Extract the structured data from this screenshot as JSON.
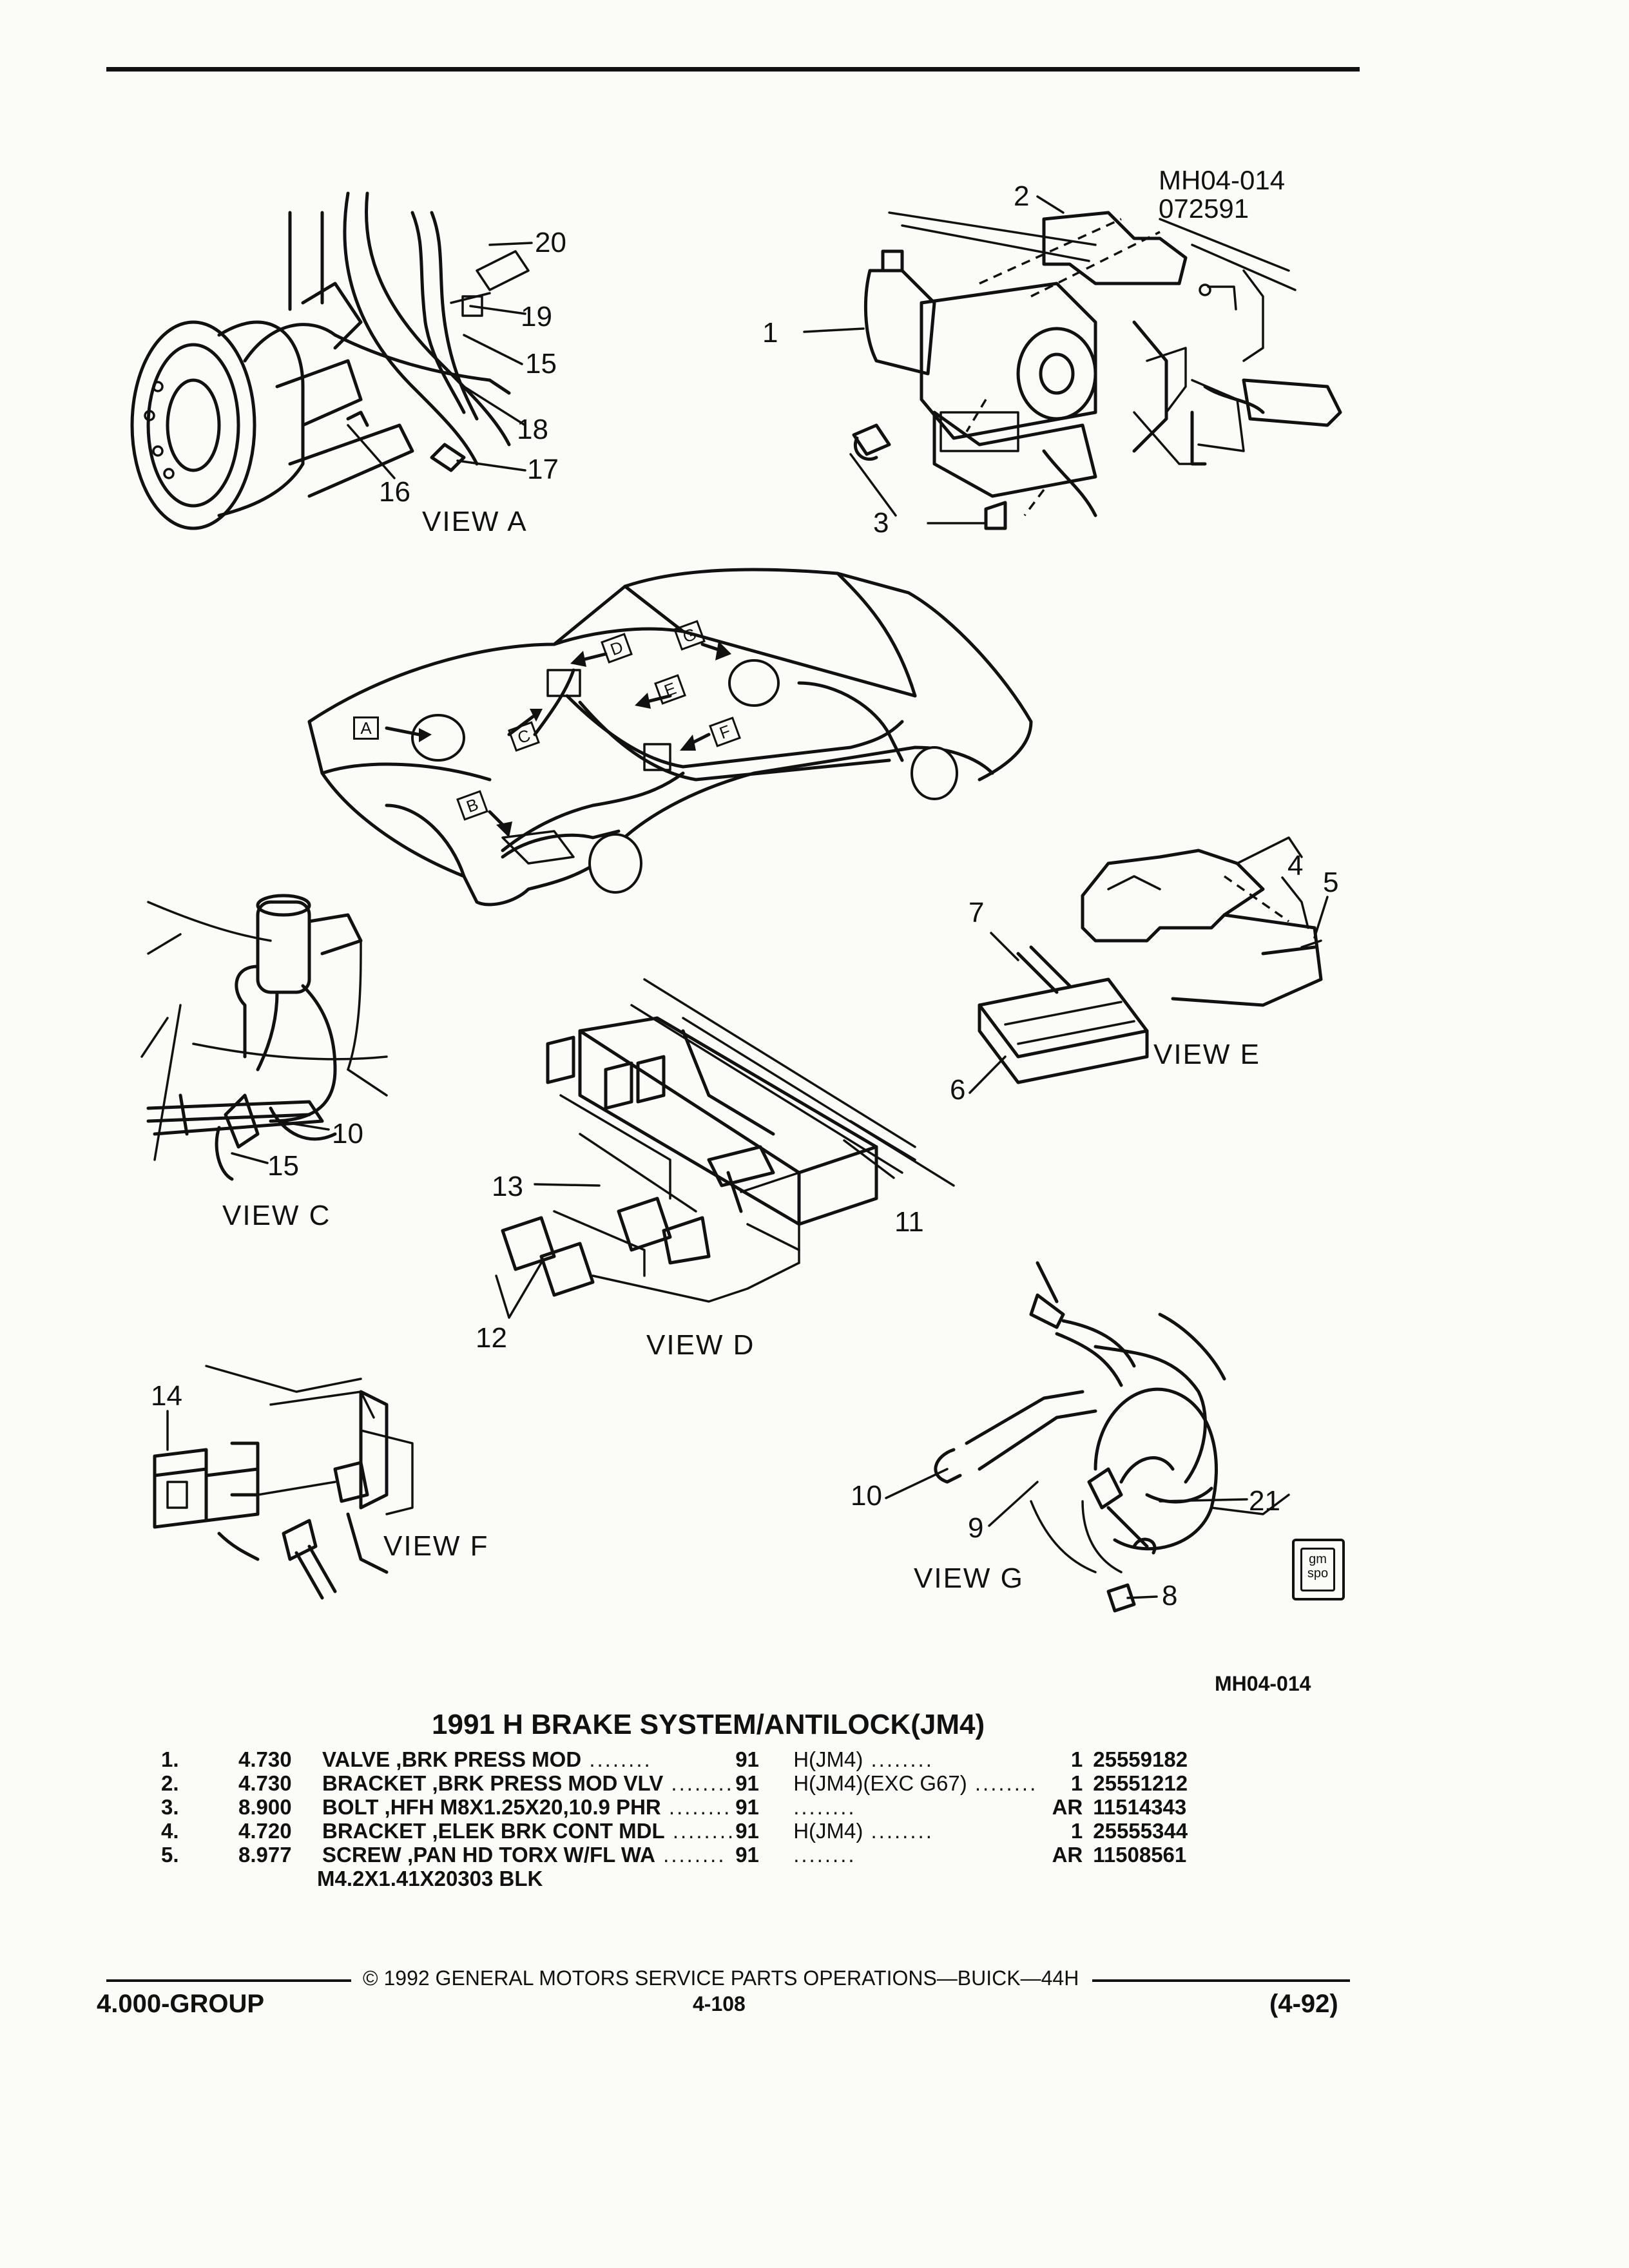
{
  "diagram": {
    "code_top": [
      "MH04-014",
      "072591"
    ],
    "code_bottom": "MH04-014",
    "views": {
      "a": "VIEW  A",
      "c": "VIEW  C",
      "d": "VIEW  D",
      "e": "VIEW  E",
      "f": "VIEW  F",
      "g": "VIEW  G"
    },
    "car_markers": [
      "A",
      "B",
      "C",
      "D",
      "E",
      "F",
      "G"
    ],
    "callouts": {
      "n1": "1",
      "n2": "2",
      "n3": "3",
      "n4": "4",
      "n5": "5",
      "n6": "6",
      "n7": "7",
      "n8": "8",
      "n9": "9",
      "n10c": "10",
      "n10g": "10",
      "n11": "11",
      "n12": "12",
      "n13": "13",
      "n14": "14",
      "n15a": "15",
      "n15c": "15",
      "n16": "16",
      "n17": "17",
      "n18": "18",
      "n19": "19",
      "n20": "20",
      "n21": "21"
    },
    "badge": [
      "gm",
      "spo"
    ]
  },
  "catalog": {
    "title": "1991 H BRAKE SYSTEM/ANTILOCK(JM4)",
    "parts": [
      {
        "no": "1.",
        "group": "4.730",
        "desc": "VALVE ,BRK PRESS MOD",
        "year": "91",
        "usage": "H(JM4)",
        "qty": "1",
        "part": "25559182"
      },
      {
        "no": "2.",
        "group": "4.730",
        "desc": "BRACKET ,BRK PRESS MOD VLV",
        "year": "91",
        "usage": "H(JM4)(EXC G67)",
        "qty": "1",
        "part": "25551212"
      },
      {
        "no": "3.",
        "group": "8.900",
        "desc": "BOLT ,HFH M8X1.25X20,10.9 PHR",
        "year": "91",
        "usage": "",
        "qty": "AR",
        "part": "11514343"
      },
      {
        "no": "4.",
        "group": "4.720",
        "desc": "BRACKET ,ELEK BRK CONT MDL",
        "year": "91",
        "usage": "H(JM4)",
        "qty": "1",
        "part": "25555344"
      },
      {
        "no": "5.",
        "group": "8.977",
        "desc": "SCREW ,PAN HD TORX W/FL WA",
        "year": "91",
        "usage": "",
        "qty": "AR",
        "part": "11508561"
      }
    ],
    "part5_desc_line2": "M4.2X1.41X20303 BLK"
  },
  "footer": {
    "copyright": "©  1992  GENERAL MOTORS SERVICE PARTS OPERATIONS—BUICK—44H",
    "group": "4.000-GROUP",
    "page": "4-108",
    "rev": "(4-92)"
  }
}
